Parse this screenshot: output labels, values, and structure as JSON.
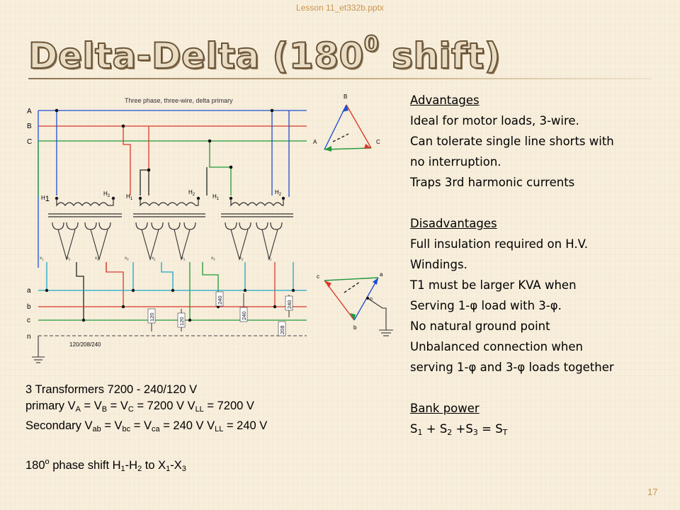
{
  "header": {
    "filename": "Lesson 11_et332b.pptx"
  },
  "title": {
    "text": "Delta-Delta (180",
    "sup": "0",
    "suffix": " shift)"
  },
  "diagram": {
    "caption": "Three phase, three-wire, delta primary",
    "primary_lines": [
      "A",
      "B",
      "C"
    ],
    "secondary_lines": [
      "a",
      "b",
      "c",
      "n"
    ],
    "terminal_h1": "H",
    "terminal_h1_sub": "1",
    "terminal_h2": "H",
    "terminal_h2_sub": "2",
    "terminal_x": "x",
    "terminal_x_subs": [
      "1",
      "2",
      "3"
    ],
    "voltage_labels": [
      "120",
      "120",
      "240",
      "240",
      "240",
      "208"
    ],
    "system_label": "120/208/240",
    "phasor_primary": [
      "B",
      "A",
      "C"
    ],
    "phasor_secondary": [
      "c",
      "a",
      "n",
      "b"
    ],
    "colors": {
      "phase_a": "#1f4fd0",
      "phase_b": "#d93a2b",
      "phase_c": "#1f9a3a",
      "neutral": "#222222",
      "secondary_a": "#1aa7c8"
    }
  },
  "advantages": {
    "heading": "Advantages",
    "lines": [
      "Ideal for motor loads, 3-wire.",
      "Can tolerate single line shorts with",
      "no interruption.",
      "Traps 3rd harmonic currents"
    ]
  },
  "disadvantages": {
    "heading": "Disadvantages",
    "line1": "Full insulation required on H.V.",
    "line2": "Windings.",
    "line3": "T1 must be larger KVA when",
    "line4_a": "Serving 1-",
    "line4_b": " load with 3-",
    "line4_c": ".",
    "line5": "No natural ground point",
    "line6": "Unbalanced connection when",
    "line7_a": "serving 1-",
    "line7_b": " and 3-",
    "line7_c": " loads together",
    "phi": "φ"
  },
  "bank_power": {
    "heading": "Bank power",
    "s": "S",
    "sub1": "1",
    "sub2": "2",
    "sub3": "3",
    "subT": "T",
    "plus1": " + ",
    "plus2": " +",
    "equals": " = "
  },
  "specs": {
    "line1": "3 Transformers  7200 - 240/120 V",
    "line2_prefix": "primary V",
    "sub_A": "A",
    "sub_B": "B",
    "sub_C": "C",
    "sub_LL": "LL",
    "sub_ab": "ab",
    "sub_bc": "bc",
    "sub_ca": "ca",
    "line2_eq": " = V",
    "line2_value": " = 7200 V  V",
    "line2_tail": " = 7200 V",
    "line3_prefix": "Secondary V",
    "line3_value": " = 240 V  V",
    "line3_tail": " = 240 V",
    "line4_prefix": "180",
    "line4_sup": "o",
    "line4_mid": " phase shift  H",
    "line4_sub1": "1",
    "line4_dash": "-H",
    "line4_sub2": "2",
    "line4_to": "  to X",
    "line4_sub3": "1",
    "line4_dash2": "-X",
    "line4_sub4": "3"
  },
  "page_number": "17"
}
